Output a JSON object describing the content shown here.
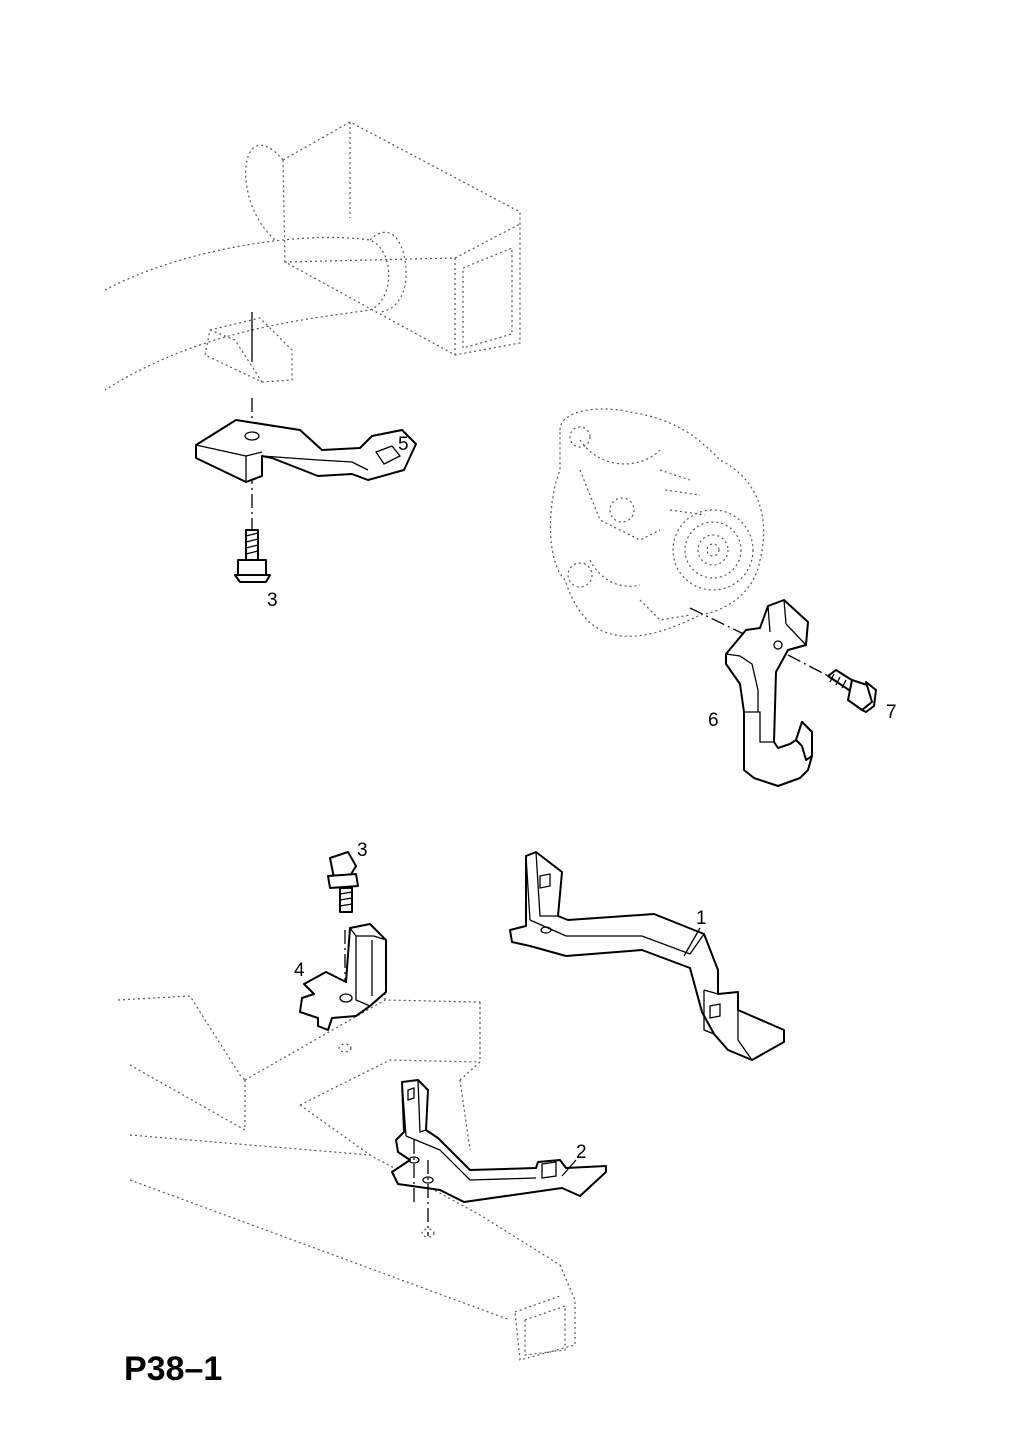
{
  "diagram": {
    "page_code": "P38–1",
    "callouts": {
      "c1": "1",
      "c2": "2",
      "c3_top": "3",
      "c3_bottom": "3",
      "c4": "4",
      "c5": "5",
      "c6": "6",
      "c7": "7"
    }
  }
}
